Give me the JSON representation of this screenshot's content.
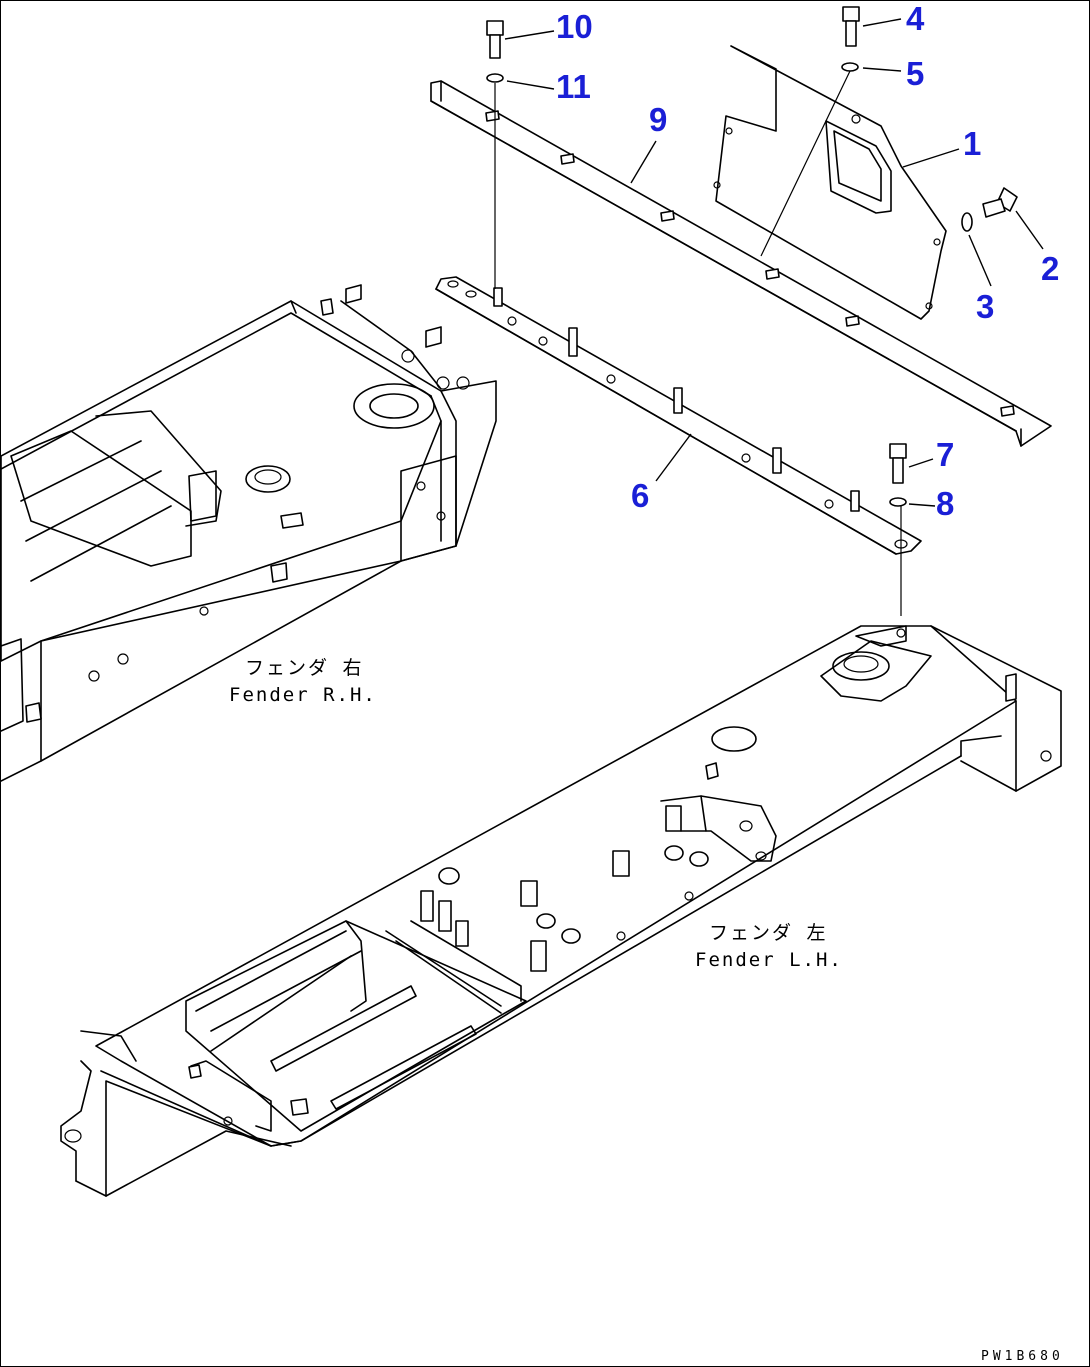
{
  "diagram": {
    "fenders": {
      "right": {
        "label_jp": "フェンダ 右",
        "label_en": "Fender R.H."
      },
      "left": {
        "label_jp": "フェンダ 左",
        "label_en": "Fender L.H."
      }
    },
    "part_numbers": [
      "1",
      "2",
      "3",
      "4",
      "5",
      "6",
      "7",
      "8",
      "9",
      "10",
      "11"
    ],
    "drawing_code": "PW1B680",
    "colors": {
      "callout": "#1a1fd6",
      "line": "#000000"
    }
  }
}
